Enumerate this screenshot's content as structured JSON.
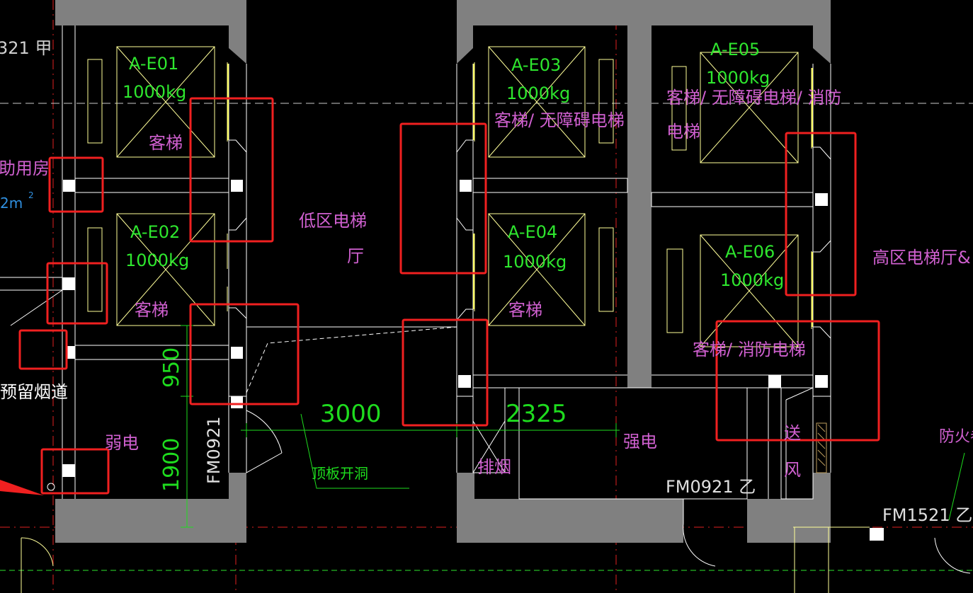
{
  "colors": {
    "background": "#000000",
    "wall": "#808080",
    "line": "#FFFFFF",
    "door": "#FFFF99",
    "elevator_label": "#2EE62E",
    "room_label": "#D060D0",
    "dimension": "#1EDC1E",
    "axis": "#E02020",
    "marker": "#F02020"
  },
  "elevators": [
    {
      "id": "A-E01",
      "load": "1000kg",
      "use": "客梯"
    },
    {
      "id": "A-E02",
      "load": "1000kg",
      "use": "客梯"
    },
    {
      "id": "A-E03",
      "load": "1000kg",
      "use": "客梯/ 无障碍电梯"
    },
    {
      "id": "A-E04",
      "load": "1000kg",
      "use": "客梯"
    },
    {
      "id": "A-E05",
      "load": "1000kg",
      "use_line1": "客梯/ 无障碍电梯/ 消防",
      "use_line2": "电梯"
    },
    {
      "id": "A-E06",
      "load": "1000kg",
      "use": "客梯/ 消防电梯"
    }
  ],
  "rooms": {
    "low_lobby_1": "低区电梯",
    "low_lobby_2": "厅",
    "high_lobby": "高区电梯厅&",
    "weak_electric": "弱电",
    "strong_electric": "强电",
    "smoke_exhaust": "排烟",
    "air_supply_1": "送",
    "air_supply_2": "风",
    "reserved_flue": "预留烟道",
    "equipment_room": "助用房",
    "area_unit": "2m",
    "area_exp": "2",
    "fire_label": "防火卷",
    "top_left": "321 甲"
  },
  "doors": {
    "fm0921_vertical": "FM0921",
    "fm0921_b": "FM0921 乙",
    "fm1521": "FM1521 乙"
  },
  "dimensions": {
    "d950": "950",
    "d1900": "1900",
    "d3000": "3000",
    "d2325": "2325"
  },
  "annotations": {
    "roof_opening": "顶板开洞"
  }
}
